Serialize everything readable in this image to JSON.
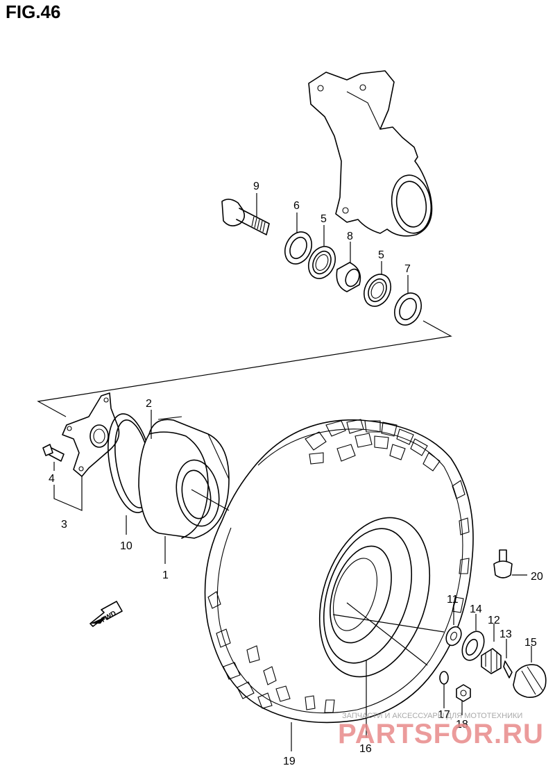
{
  "figure": {
    "title": "FIG.46"
  },
  "parts": {
    "p1": "1",
    "p2": "2",
    "p3": "3",
    "p4": "4",
    "p5a": "5",
    "p5b": "5",
    "p6": "6",
    "p7": "7",
    "p8": "8",
    "p9": "9",
    "p10": "10",
    "p11": "11",
    "p12": "12",
    "p13": "13",
    "p14": "14",
    "p15": "15",
    "p16": "16",
    "p17": "17",
    "p18": "18",
    "p19": "19",
    "p20": "20"
  },
  "direction": {
    "label": "FWD"
  },
  "watermark": {
    "caption": "ЗАПЧАСТИ И АКСЕССУАРЫ ДЛЯ МОТОТЕХНИКИ",
    "brand": "PARTSFOR.RU"
  }
}
